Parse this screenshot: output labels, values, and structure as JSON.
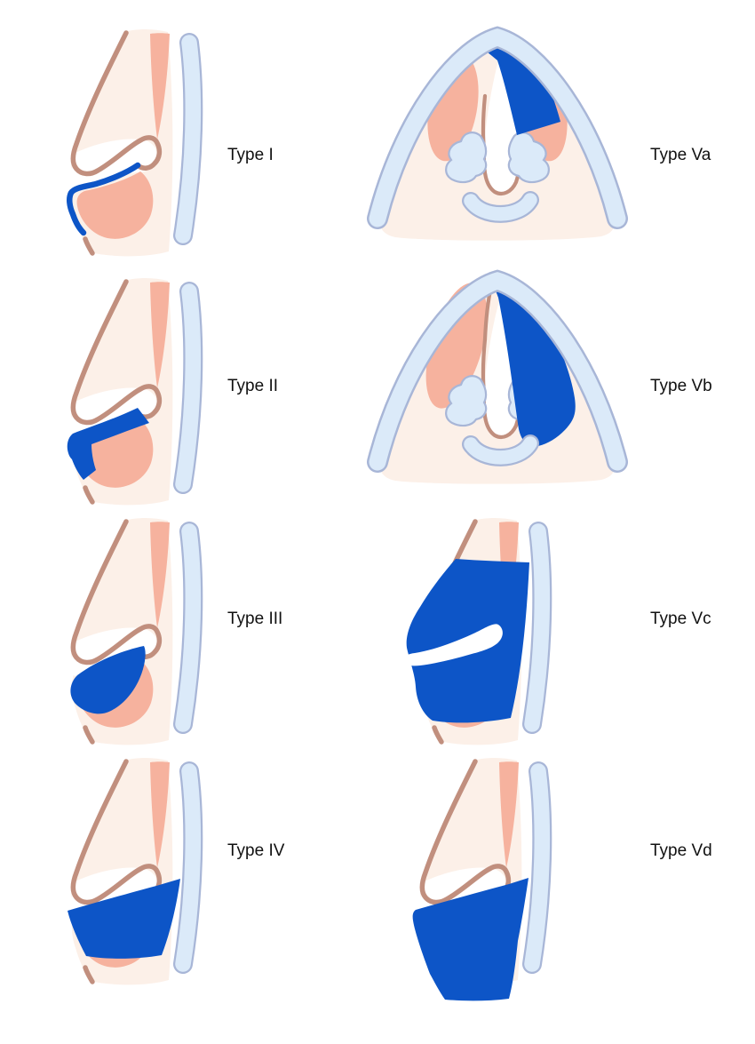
{
  "diagram_title": "",
  "panels": [
    {
      "id": "type-i",
      "label": "Type I",
      "view": "side-profile",
      "highlight_shape": "thin line along caudal margin"
    },
    {
      "id": "type-ii",
      "label": "Type II",
      "view": "side-profile",
      "highlight_shape": "narrow band along caudal margin"
    },
    {
      "id": "type-iii",
      "label": "Type III",
      "view": "side-profile",
      "highlight_shape": "crescent region over lower cartilage"
    },
    {
      "id": "type-iv",
      "label": "Type IV",
      "view": "side-profile",
      "highlight_shape": "full lower region up to lateral strip"
    },
    {
      "id": "type-va",
      "label": "Type Va",
      "view": "base-view",
      "highlight_shape": "wedge on upper right side of dome"
    },
    {
      "id": "type-vb",
      "label": "Type Vb",
      "view": "base-view",
      "highlight_shape": "entire right side of dome"
    },
    {
      "id": "type-vc",
      "label": "Type Vc",
      "view": "side-profile",
      "highlight_shape": "large mid region with white nostril cutout"
    },
    {
      "id": "type-vd",
      "label": "Type Vd",
      "view": "side-profile",
      "highlight_shape": "lower region extending below base"
    }
  ],
  "colors": {
    "highlight": "#0D55C7",
    "cartilage_fill": "#F6B29E",
    "skin_fill": "#FCF0E8",
    "skeleton_fill": "#DBEAF9",
    "skeleton_border": "#A8B6D7",
    "outline": "#C18F7E",
    "label_color": "#111111",
    "background": "#FFFFFF"
  }
}
